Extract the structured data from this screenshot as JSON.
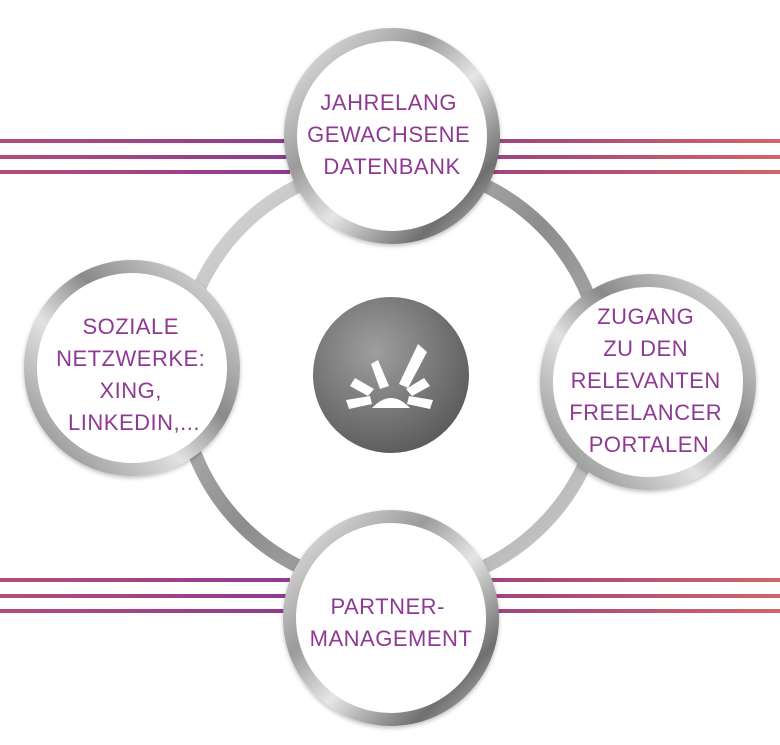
{
  "diagram": {
    "nodes": {
      "top": {
        "lines": [
          "JAHRELANG",
          "GEWACHSENE",
          "DATENBANK"
        ]
      },
      "right": {
        "lines": [
          "ZUGANG",
          "ZU DEN",
          "RELEVANTEN",
          "FREELANCER",
          "PORTALEN"
        ]
      },
      "bottom": {
        "lines": [
          "PARTNER-",
          "MANAGEMENT"
        ]
      },
      "left": {
        "lines": [
          "SOZIALE",
          "NETZWERKE:",
          "XING,",
          "LINKEDIN,..."
        ]
      }
    },
    "center": {
      "icon": "sunburst-logo-icon"
    }
  },
  "colors": {
    "label_text": "#8e3a92",
    "stripe_purple": "#8e3a92",
    "stripe_pink": "#c0566a",
    "ring_light": "#f2f2f2",
    "ring_dark": "#6e6e6e"
  }
}
